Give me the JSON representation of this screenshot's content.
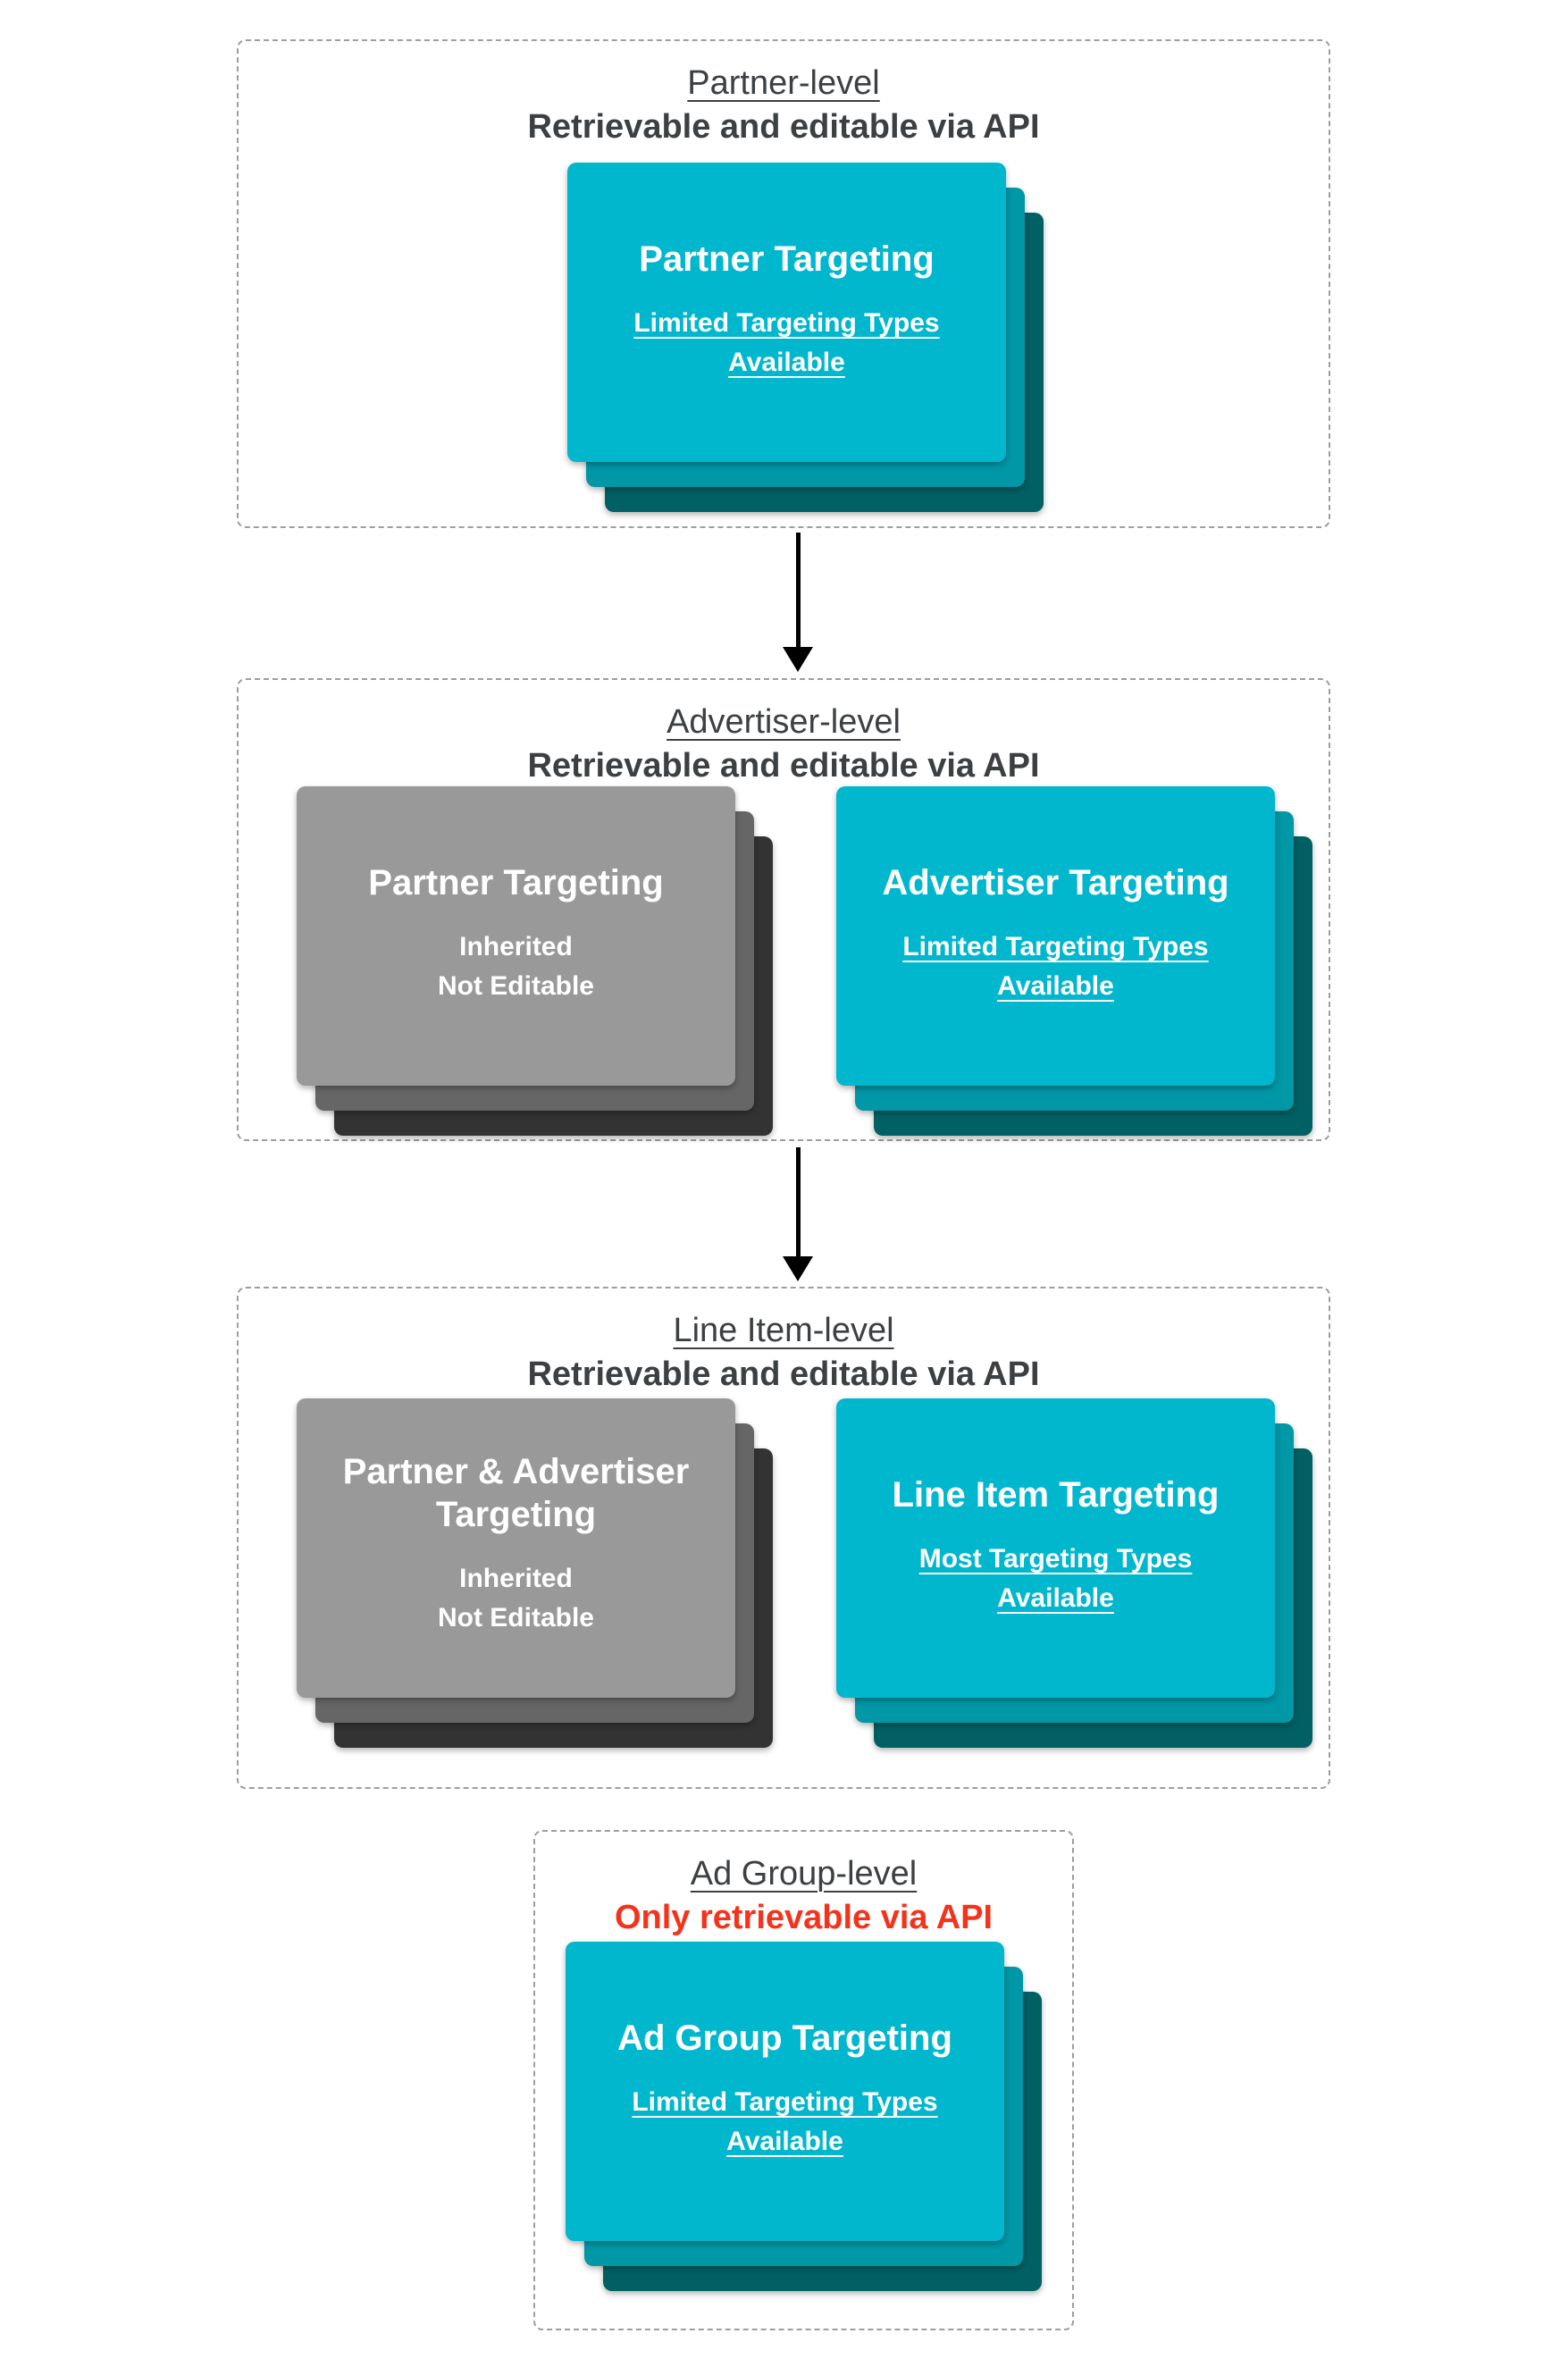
{
  "palette": {
    "teal_front": "#00b7ce",
    "teal_mid": "#0097a7",
    "teal_dark": "#006064",
    "gray_front": "#999999",
    "gray_mid": "#666666",
    "gray_dark": "#333333",
    "heading_text": "#3c4043",
    "red_text": "#f4331d",
    "dashed_border": "#9e9e9e",
    "arrow": "#000000",
    "card_text": "#ffffff"
  },
  "sections": [
    {
      "title": "Partner-level",
      "subtitle": "Retrievable and editable via API",
      "cards": [
        {
          "variant": "teal",
          "title": "Partner Targeting",
          "subtext": "Limited Targeting Types\nAvailable",
          "subtext_underline": true
        }
      ]
    },
    {
      "title": "Advertiser-level",
      "subtitle": "Retrievable and editable via API",
      "cards": [
        {
          "variant": "gray",
          "title": "Partner Targeting",
          "subtext": "Inherited\nNot Editable",
          "subtext_underline": false
        },
        {
          "variant": "teal",
          "title": "Advertiser Targeting",
          "subtext": "Limited Targeting Types\nAvailable",
          "subtext_underline": true
        }
      ]
    },
    {
      "title": "Line Item-level",
      "subtitle": "Retrievable and editable via API",
      "cards": [
        {
          "variant": "gray",
          "title": "Partner & Advertiser\nTargeting",
          "subtext": "Inherited\nNot Editable",
          "subtext_underline": false
        },
        {
          "variant": "teal",
          "title": "Line Item Targeting",
          "subtext": "Most Targeting Types\nAvailable",
          "subtext_underline": true
        }
      ]
    },
    {
      "title": "Ad Group-level",
      "subtitle": "Only retrievable via API",
      "cards": [
        {
          "variant": "teal",
          "title": "Ad Group Targeting",
          "subtext": "Limited Targeting Types\nAvailable",
          "subtext_underline": true
        }
      ]
    }
  ]
}
